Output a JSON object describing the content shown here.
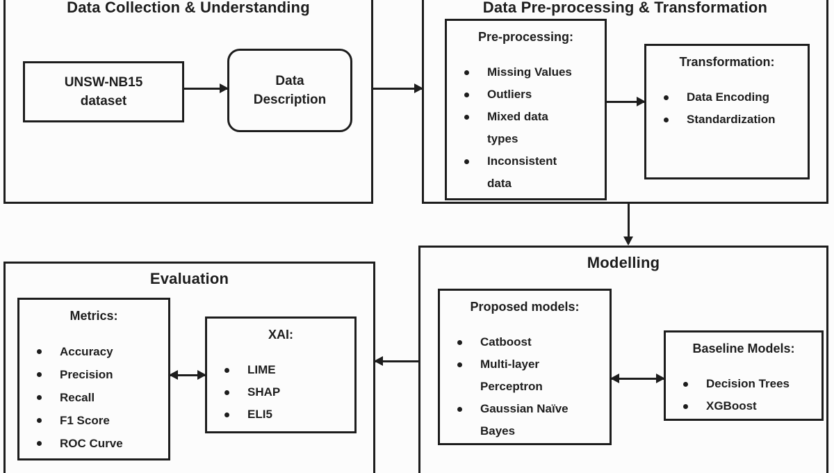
{
  "colors": {
    "ink": "#1d1d1d",
    "background": "#fcfcfc"
  },
  "sections": {
    "data_collection": {
      "title": "Data Collection & Understanding",
      "dataset_lines": [
        "UNSW-NB15",
        "dataset"
      ],
      "description_lines": [
        "Data",
        "Description"
      ]
    },
    "preprocessing": {
      "title": "Data Pre-processing & Transformation",
      "pre_processing": {
        "heading": "Pre-processing:",
        "items": [
          "Missing Values",
          "Outliers",
          "Mixed data types",
          "Inconsistent data"
        ]
      },
      "transformation": {
        "heading": "Transformation:",
        "items": [
          "Data Encoding",
          "Standardization"
        ]
      }
    },
    "modelling": {
      "title": "Modelling",
      "proposed": {
        "heading": "Proposed models:",
        "items": [
          "Catboost",
          "Multi-layer Perceptron",
          "Gaussian Naïve Bayes"
        ]
      },
      "baseline": {
        "heading": "Baseline Models:",
        "items": [
          "Decision Trees",
          "XGBoost"
        ]
      }
    },
    "evaluation": {
      "title": "Evaluation",
      "metrics": {
        "heading": "Metrics:",
        "items": [
          "Accuracy",
          "Precision",
          "Recall",
          "F1 Score",
          "ROC Curve"
        ]
      },
      "xai": {
        "heading": "XAI:",
        "items": [
          "LIME",
          "SHAP",
          "ELI5"
        ]
      }
    }
  }
}
